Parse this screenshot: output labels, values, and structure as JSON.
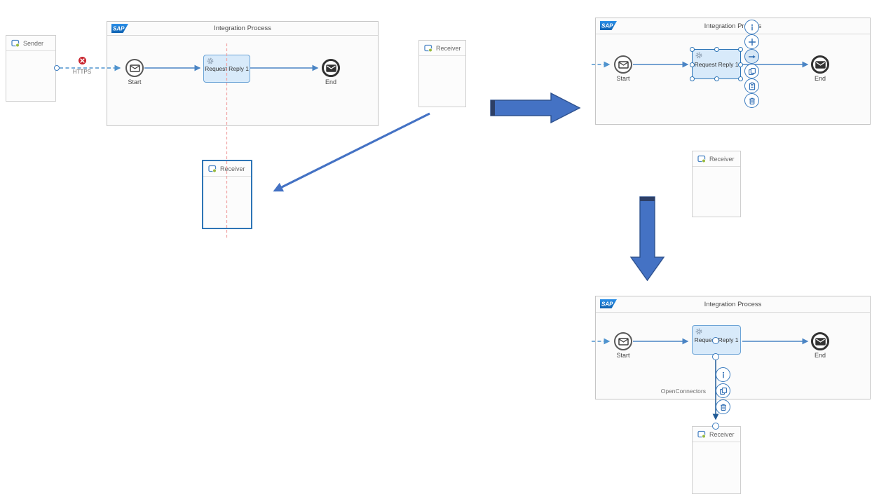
{
  "logo": {
    "text": "SAP"
  },
  "colors": {
    "sap_blue": "#1b74ce",
    "flow_blue": "#4a84c4",
    "message_blue": "#4f93ce",
    "selection_blue": "#2e75b6",
    "task_fill": "#d8eafa",
    "error_red": "#c9252f",
    "annotation_arrow_blue": "#4472c4",
    "guide_red": "#f1a3a3",
    "dark_connector_blue": "#1f5a96"
  },
  "p1": {
    "title": "Integration Process",
    "sender_label": "Sender",
    "receiver_label": "Receiver",
    "dragged_receiver_label": "Receiver",
    "start_label": "Start",
    "end_label": "End",
    "task_label": "Request Reply 1",
    "protocol_label": "HTTPS",
    "icons": [
      "participant-icon",
      "error-icon",
      "gear-icon",
      "envelope-icon"
    ]
  },
  "p2": {
    "title": "Integration Process",
    "receiver_label": "Receiver",
    "start_label": "Start",
    "end_label": "End",
    "task_label": "Request Reply 1",
    "menu_icons": [
      "info-icon",
      "add-icon",
      "connect-arrow-icon",
      "copy-icon",
      "paste-icon",
      "delete-icon"
    ]
  },
  "p3": {
    "title": "Integration Process",
    "receiver_label": "Receiver",
    "start_label": "Start",
    "end_label": "End",
    "task_label": "Request Reply 1",
    "connector_label": "OpenConnectors",
    "menu_icons": [
      "info-icon",
      "copy-icon",
      "delete-icon"
    ]
  }
}
